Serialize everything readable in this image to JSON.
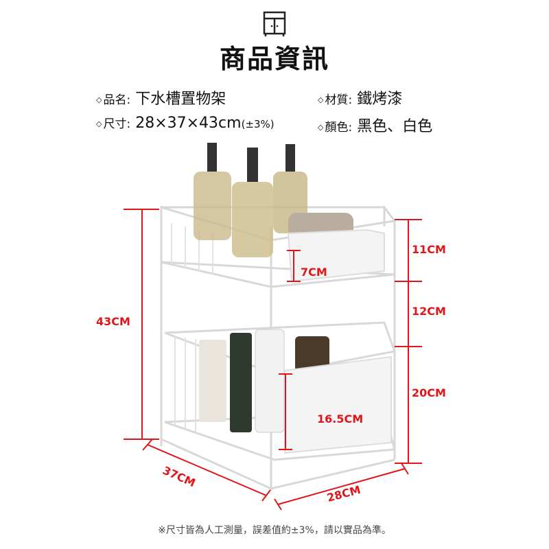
{
  "header": {
    "icon": "cabinet-icon",
    "title": "商品資訊"
  },
  "specs": [
    {
      "label": "品名:",
      "value": "下水槽置物架"
    },
    {
      "label": "材質:",
      "value": "鐵烤漆"
    },
    {
      "label": "尺寸:",
      "value": "28×37×43cm",
      "suffix": "(±3%)"
    },
    {
      "label": "顏色:",
      "value": "黑色、白色"
    }
  ],
  "bullet": "◇",
  "dimensions": {
    "height": "43CM",
    "top_tier": "11CM",
    "gap": "12CM",
    "bottom_tier": "20CM",
    "top_basket_depth": "7CM",
    "bottom_basket_depth": "16.5CM",
    "depth": "37CM",
    "width": "28CM"
  },
  "colors": {
    "dimension": "#e0151a",
    "text": "#111111"
  },
  "note": "※尺寸皆為人工測量，誤差值約±3%，請以實品為準。"
}
